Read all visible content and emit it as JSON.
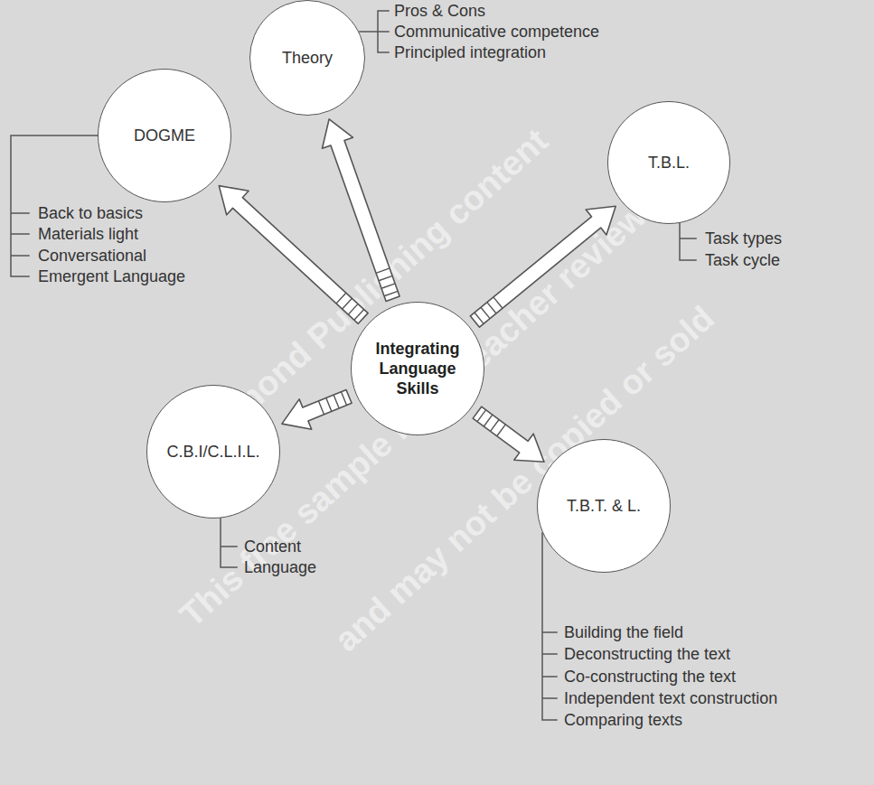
{
  "diagram": {
    "nodes": [
      {
        "text": [
          "Theory"
        ]
      },
      {
        "text": [
          "DOGME"
        ]
      },
      {
        "text": [
          "T.B.L."
        ]
      },
      {
        "text": [
          "Integrating Language Skills"
        ]
      },
      {
        "text": [
          "C.B.I/C.L.I.L."
        ]
      },
      {
        "text": [
          "T.B.T. & L."
        ]
      }
    ],
    "edges": [
      {
        "from": 3,
        "to": 0,
        "arrow": "to"
      },
      {
        "from": 3,
        "to": 1,
        "arrow": "to"
      },
      {
        "from": 3,
        "to": 2,
        "arrow": "to"
      },
      {
        "from": 3,
        "to": 4,
        "arrow": "to"
      },
      {
        "from": 3,
        "to": 5,
        "arrow": "to"
      }
    ],
    "labels": [
      "Pros & Cons",
      "Communicative competence",
      "Principled integration",
      "Back to basics",
      "Materials light",
      "Conversational",
      "Emergent Language",
      "Task types",
      "Task cycle",
      "Content",
      "Language",
      "Building the field",
      "Deconstructing the text",
      "Co-constructing the text",
      "Independent text construction",
      "Comparing texts",
      "Richmond Publishing content",
      "This free sample is for teacher review only",
      "and may not be copied or sold"
    ]
  }
}
